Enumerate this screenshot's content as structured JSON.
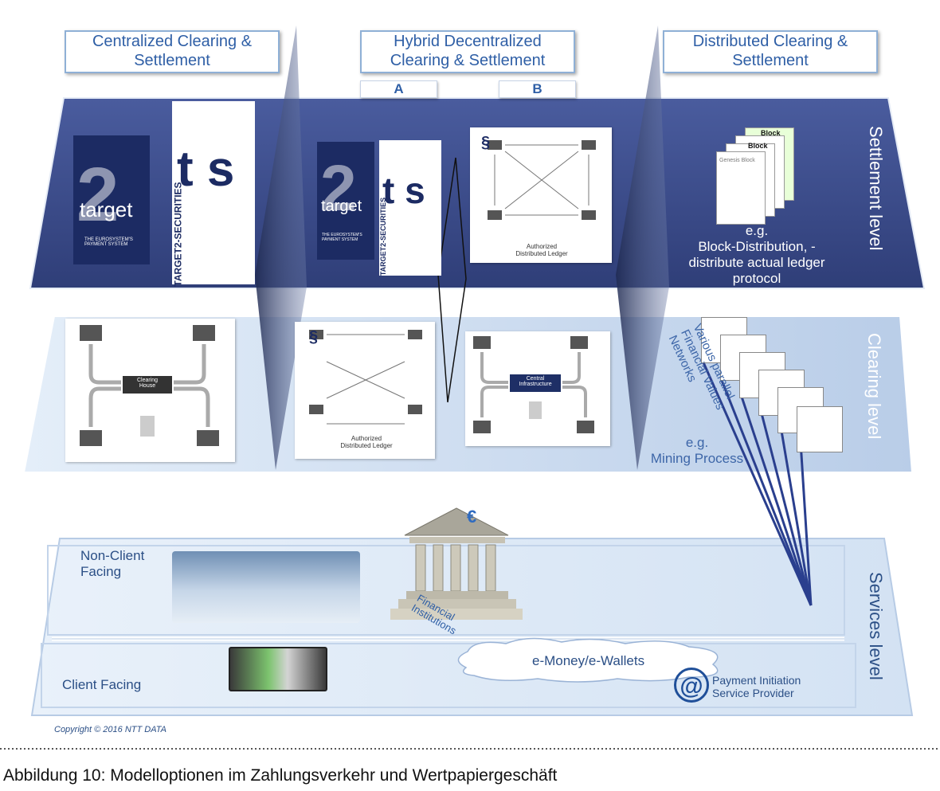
{
  "columns": {
    "centralized": "Centralized  Clearing &\nSettlement",
    "hybrid": "Hybrid Decentralized\nClearing & Settlement",
    "distributed": "Distributed Clearing &\nSettlement",
    "tab_a": "A",
    "tab_b": "B"
  },
  "levels": {
    "settlement": "Settlement level",
    "clearing": "Clearing level",
    "services": "Services level"
  },
  "logos": {
    "target2_word": "target",
    "target2_num": "2",
    "target2_sub": "THE EUROSYSTEM'S\nPAYMENT SYSTEM",
    "t2s_letters": "t s",
    "t2s_sub": "TARGET2-SECURITIES"
  },
  "settlement": {
    "ledger_caption": "Authorized\nDistributed Ledger",
    "genesis_block": "Genesis Block",
    "block_a": "Block",
    "block_b": "Block",
    "block_text": "e.g.\nBlock-Distribution, -\ndistribute actual ledger\nprotocol"
  },
  "clearing": {
    "clearing_house": "Clearing\nHouse",
    "ledger_caption": "Authorized\nDistributed Ledger",
    "central_infra": "Central\nInfrastructure",
    "networks": "Various parallel\nFinancial Values\nNetworks",
    "mining": "e.g.\nMining Process"
  },
  "services": {
    "non_client": "Non-Client\nFacing",
    "client": "Client Facing",
    "financial": "Financial\nInstitutions",
    "emoney": "e-Money/e-Wallets",
    "pisp": "Payment Initiation\nService Provider",
    "at_symbol": "@",
    "euro_symbol": "€",
    "paragraph_symbol": "§"
  },
  "copyright": "Copyright © 2016 NTT DATA",
  "caption": "Abbildung 10: Modelloptionen im Zahlungsverkehr und Wertpapiergeschäft",
  "colors": {
    "settlement_band": "#3e4f8f",
    "clearing_band": "#c9daf0",
    "accent_blue": "#2f5fa6"
  }
}
